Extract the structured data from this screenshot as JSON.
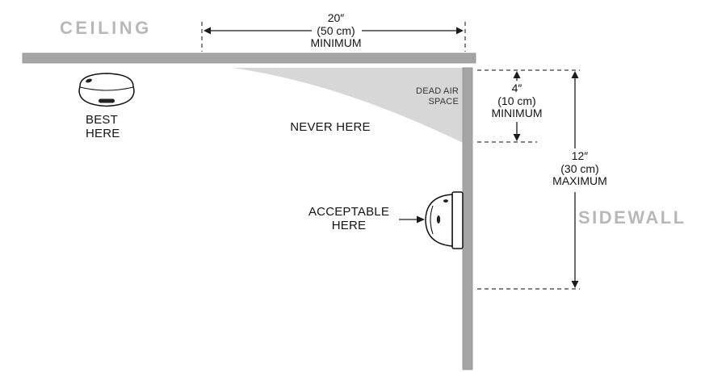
{
  "structure": {
    "ceiling_label": "CEILING",
    "sidewall_label": "SIDEWALL"
  },
  "regions": {
    "dead_air_line1": "DEAD AIR",
    "dead_air_line2": "SPACE"
  },
  "placements": {
    "best_line1": "BEST",
    "best_line2": "HERE",
    "never": "NEVER HERE",
    "acceptable_line1": "ACCEPTABLE",
    "acceptable_line2": "HERE"
  },
  "dimensions": {
    "ceiling_offset": {
      "value": "20″",
      "metric": "(50 cm)",
      "limit": "MINIMUM"
    },
    "wall_top_offset": {
      "value": "4″",
      "metric": "(10 cm)",
      "limit": "MINIMUM"
    },
    "wall_bottom_offset": {
      "value": "12″",
      "metric": "(30 cm)",
      "limit": "MAXIMUM"
    }
  },
  "colors": {
    "structure_fill": "#a5a5a5",
    "dead_air_fill": "#d7d7d7",
    "muted_label": "#b8b8b8",
    "ink": "#1a1a1a"
  }
}
